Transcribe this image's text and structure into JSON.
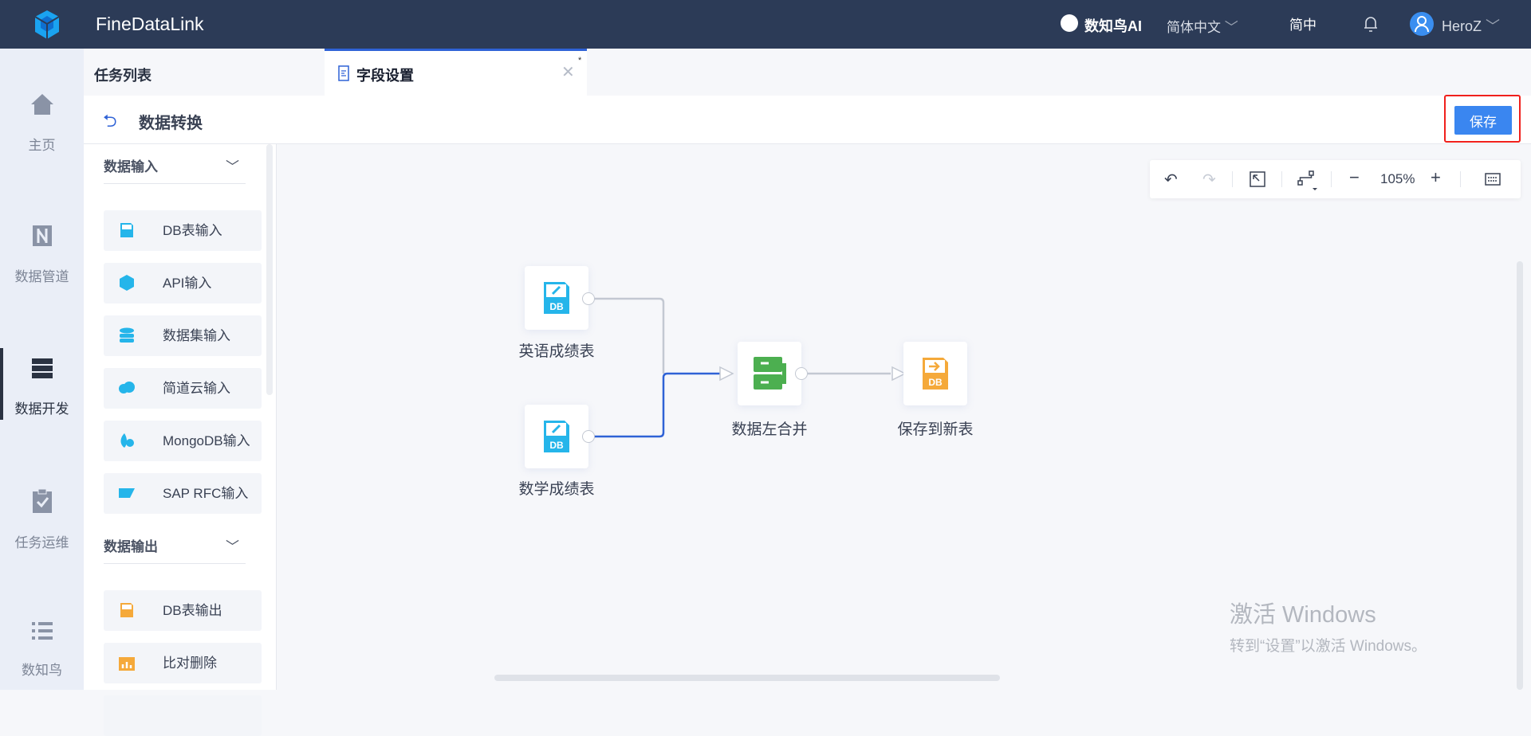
{
  "header": {
    "app_name": "FineDataLink",
    "ai_label": "数知鸟AI",
    "language": "简体中文",
    "short_lang": "简中",
    "user": "HeroZ"
  },
  "nav": [
    {
      "label": "主页"
    },
    {
      "label": "数据管道"
    },
    {
      "label": "数据开发"
    },
    {
      "label": "任务运维"
    },
    {
      "label": "数知鸟"
    }
  ],
  "tabs": {
    "list_label": "任务列表",
    "active_tab": "字段设置",
    "modified_mark": "*"
  },
  "title": {
    "text": "数据转换",
    "save_label": "保存"
  },
  "panel": {
    "input_section": "数据输入",
    "inputs": [
      "DB表输入",
      "API输入",
      "数据集输入",
      "简道云输入",
      "MongoDB输入",
      "SAP RFC输入"
    ],
    "output_section": "数据输出",
    "outputs": [
      "DB表输出",
      "比对删除"
    ]
  },
  "toolbar": {
    "zoom": "105%"
  },
  "nodes": {
    "english": "英语成绩表",
    "math": "数学成绩表",
    "merge": "数据左合并",
    "save": "保存到新表"
  },
  "icon_text": {
    "db": "DB"
  },
  "watermark": {
    "line1": "激活 Windows",
    "line2": "转到“设置”以激活 Windows。"
  },
  "colors": {
    "accent": "#3a86f0",
    "header": "#2c3b57",
    "db_blue": "#25b5ea",
    "merge_green": "#4caf50",
    "output_orange": "#f5a93a"
  }
}
